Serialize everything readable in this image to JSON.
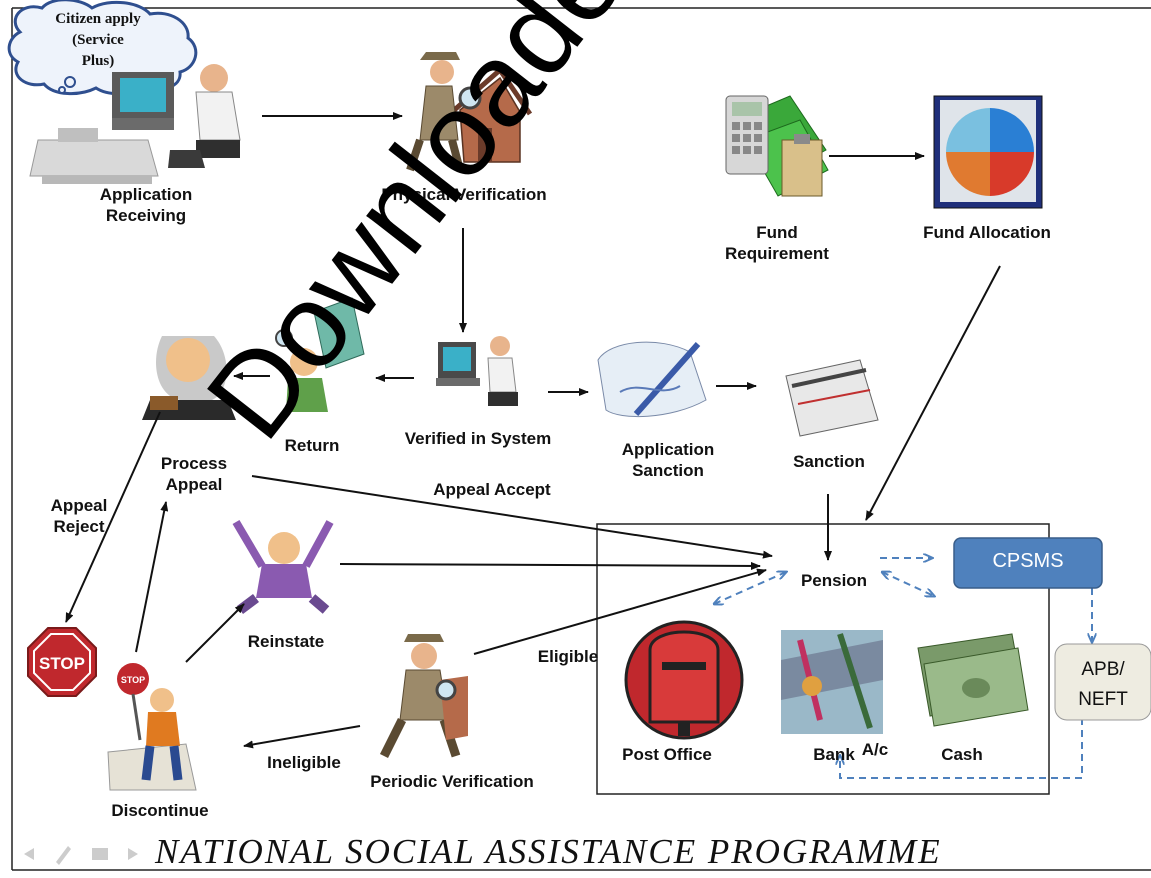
{
  "cloud": {
    "line1": "Citizen apply",
    "line2": "(Service",
    "line3": "Plus)"
  },
  "labels": {
    "application_receiving_1": "Application",
    "application_receiving_2": "Receiving",
    "physical_verification": "Physical Verification",
    "fund_requirement_1": "Fund",
    "fund_requirement_2": "Requirement",
    "fund_allocation": "Fund Allocation",
    "return": "Return",
    "verified_in_system": "Verified in System",
    "application_sanction_1": "Application",
    "application_sanction_2": "Sanction",
    "sanction": "Sanction",
    "process_appeal_1": "Process",
    "process_appeal_2": "Appeal",
    "appeal_accept": "Appeal Accept",
    "appeal_reject_1": "Appeal",
    "appeal_reject_2": "Reject",
    "pension": "Pension",
    "cpsms": "CPSMS",
    "apb_1": "APB/",
    "apb_2": "NEFT",
    "reinstate": "Reinstate",
    "eligible": "Eligible",
    "post_office": "Post Office",
    "bank": "Bank",
    "ac": "A/c",
    "cash": "Cash",
    "ineligible": "Ineligible",
    "periodic_verification": "Periodic Verification",
    "discontinue": "Discontinue",
    "stop_sign": "STOP",
    "stop_small": "STOP"
  },
  "footer": "NATIONAL SOCIAL ASSISTANCE PROGRAMME",
  "watermark": "Downloaded from www.edlib.asdf.res.in",
  "colors": {
    "cpsms_fill": "#4f81bd",
    "apb_fill": "#eeece1",
    "dashed_arrow": "#4f81bd",
    "stop_red": "#c0282d"
  }
}
